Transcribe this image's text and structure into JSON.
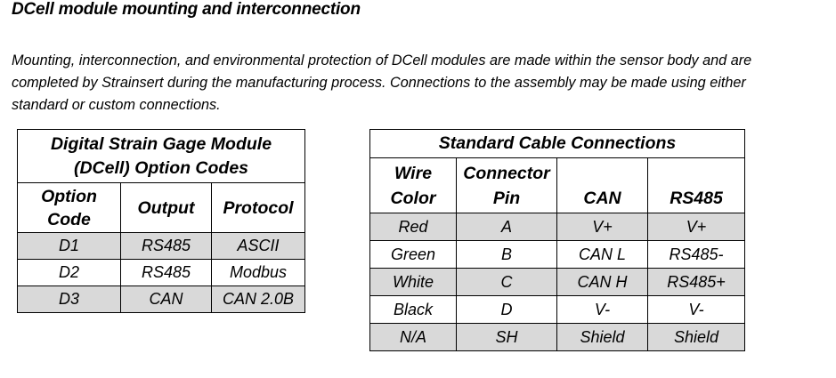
{
  "heading": "DCell module mounting and interconnection",
  "intro_paragraph": "Mounting, interconnection, and environmental protection of DCell modules are made within the sensor body and are completed by Strainsert during the manufacturing process. Connections to the assembly may be made using either standard or custom connections.",
  "colors": {
    "shaded_row": "#D9D9D9",
    "border": "#000000",
    "text": "#000000",
    "background": "#FFFFFF"
  },
  "tables": {
    "options": {
      "title_line1": "Digital Strain Gage Module",
      "title_line2": "(DCell) Option Codes",
      "columns": [
        {
          "line1": "Option",
          "line2": "Code"
        },
        {
          "line1": "Output",
          "line2": ""
        },
        {
          "line1": "Protocol",
          "line2": ""
        }
      ],
      "rows": [
        {
          "shaded": true,
          "cells": [
            "D1",
            "RS485",
            "ASCII"
          ]
        },
        {
          "shaded": false,
          "cells": [
            "D2",
            "RS485",
            "Modbus"
          ]
        },
        {
          "shaded": true,
          "cells": [
            "D3",
            "CAN",
            "CAN 2.0B"
          ]
        }
      ]
    },
    "cable": {
      "title": "Standard Cable Connections",
      "columns": [
        {
          "line1": "Wire",
          "line2": "Color"
        },
        {
          "line1": "Connector",
          "line2": "Pin"
        },
        {
          "line1": "",
          "line2": "CAN"
        },
        {
          "line1": "",
          "line2": "RS485"
        }
      ],
      "rows": [
        {
          "shaded": true,
          "cells": [
            "Red",
            "A",
            "V+",
            "V+"
          ]
        },
        {
          "shaded": false,
          "cells": [
            "Green",
            "B",
            "CAN L",
            "RS485-"
          ]
        },
        {
          "shaded": true,
          "cells": [
            "White",
            "C",
            "CAN H",
            "RS485+"
          ]
        },
        {
          "shaded": false,
          "cells": [
            "Black",
            "D",
            "V-",
            "V-"
          ]
        },
        {
          "shaded": true,
          "cells": [
            "N/A",
            "SH",
            "Shield",
            "Shield"
          ]
        }
      ]
    }
  }
}
